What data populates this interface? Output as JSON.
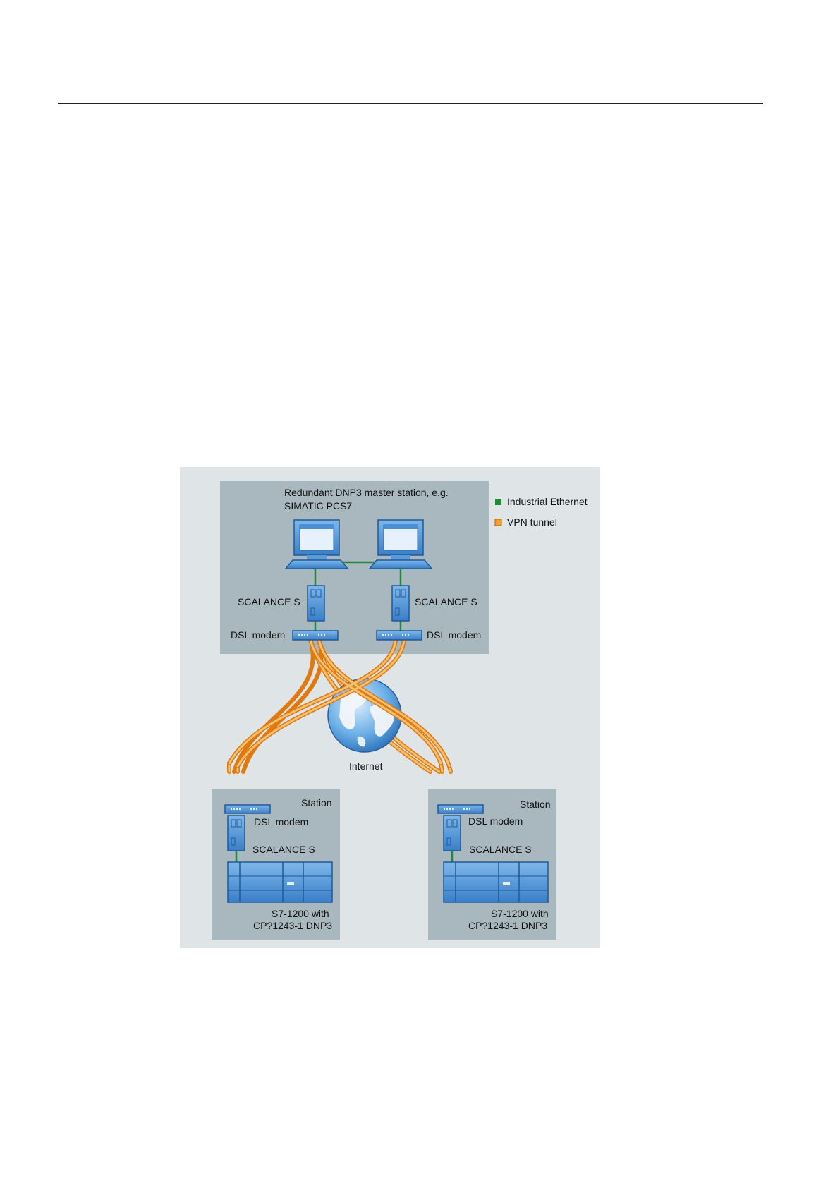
{
  "master": {
    "title_line1": "Redundant DNP3 master station, e.g.",
    "title_line2": "SIMATIC PCS7",
    "left": {
      "scalance_label": "SCALANCE S",
      "modem_label": "DSL modem"
    },
    "right": {
      "scalance_label": "SCALANCE S",
      "modem_label": "DSL modem"
    }
  },
  "legend": {
    "items": [
      {
        "label": "Industrial Ethernet",
        "color": "#1e8a3c"
      },
      {
        "label": "VPN tunnel",
        "color": "#f0a030"
      }
    ]
  },
  "internet": {
    "label": "Internet"
  },
  "stations": [
    {
      "title": "Station",
      "modem_label": "DSL modem",
      "scalance_label": "SCALANCE S",
      "plc_line1": "S7-1200 with",
      "plc_line2": "CP?1243-1 DNP3"
    },
    {
      "title": "Station",
      "modem_label": "DSL modem",
      "scalance_label": "SCALANCE S",
      "plc_line1": "S7-1200 with",
      "plc_line2": "CP?1243-1 DNP3"
    }
  ],
  "colors": {
    "outer_bg": "#dfe4e7",
    "panel_bg": "#a9b7bf",
    "device_blue": "#4a90d6",
    "ethernet_green": "#1e8a3c",
    "vpn_orange": "#f0a030"
  }
}
